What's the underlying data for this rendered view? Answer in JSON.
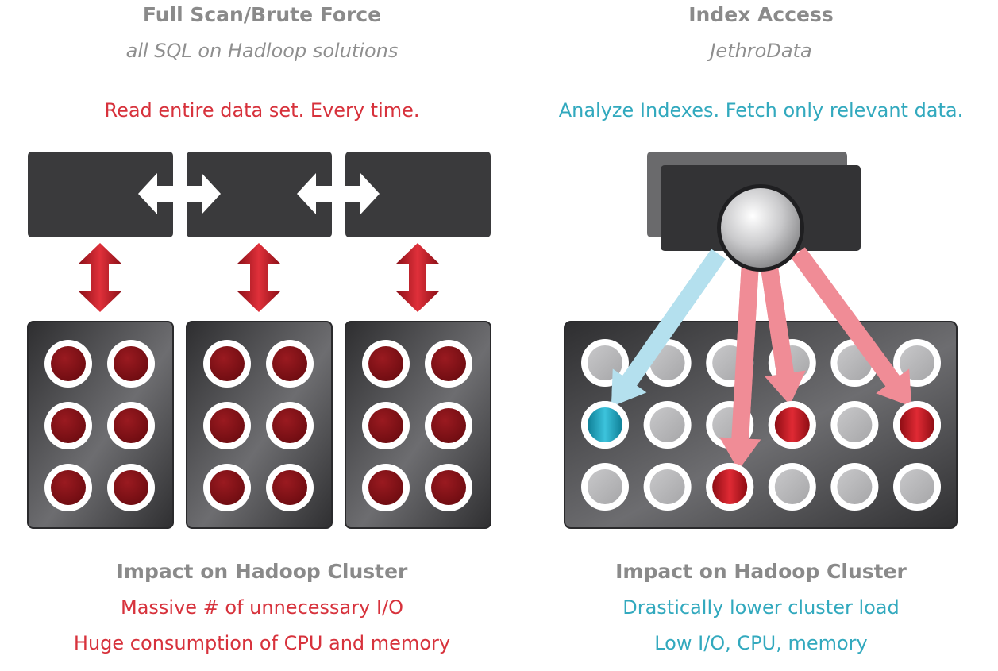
{
  "colors": {
    "heading": "#8a8a8a",
    "red_text": "#d7323c",
    "teal_text": "#32a9be",
    "box_dark": "#3a3a3c",
    "dot_red": "#7e0f14",
    "dot_grey": "#b9b9bb",
    "dot_teal": "#1aa3bd",
    "arrow_red": "#c8202a",
    "arrow_pink": "#f08c96",
    "arrow_blue": "#b4e0ee"
  },
  "left": {
    "heading": "Full Scan/Brute Force",
    "subtitle": "all SQL on Hadloop solutions",
    "tagline": "Read entire data set. Every time.",
    "impact_heading": "Impact on Hadoop Cluster",
    "impact_lines": [
      "Massive # of unnecessary I/O",
      "Huge consumption of CPU and memory"
    ]
  },
  "right": {
    "heading": "Index Access",
    "subtitle": "JethroData",
    "tagline": "Analyze Indexes. Fetch only relevant data.",
    "impact_heading": "Impact on Hadoop Cluster",
    "impact_lines": [
      "Drastically lower cluster load",
      "Low I/O, CPU, memory"
    ]
  },
  "diagram": {
    "left_panels": 3,
    "left_dots_per_panel": {
      "rows": 3,
      "cols": 2
    },
    "right_grid": {
      "rows": 3,
      "cols": 6,
      "highlighted_red": [
        [
          1,
          3
        ],
        [
          1,
          5
        ],
        [
          2,
          2
        ]
      ],
      "highlighted_teal": [
        [
          1,
          0
        ]
      ]
    }
  }
}
